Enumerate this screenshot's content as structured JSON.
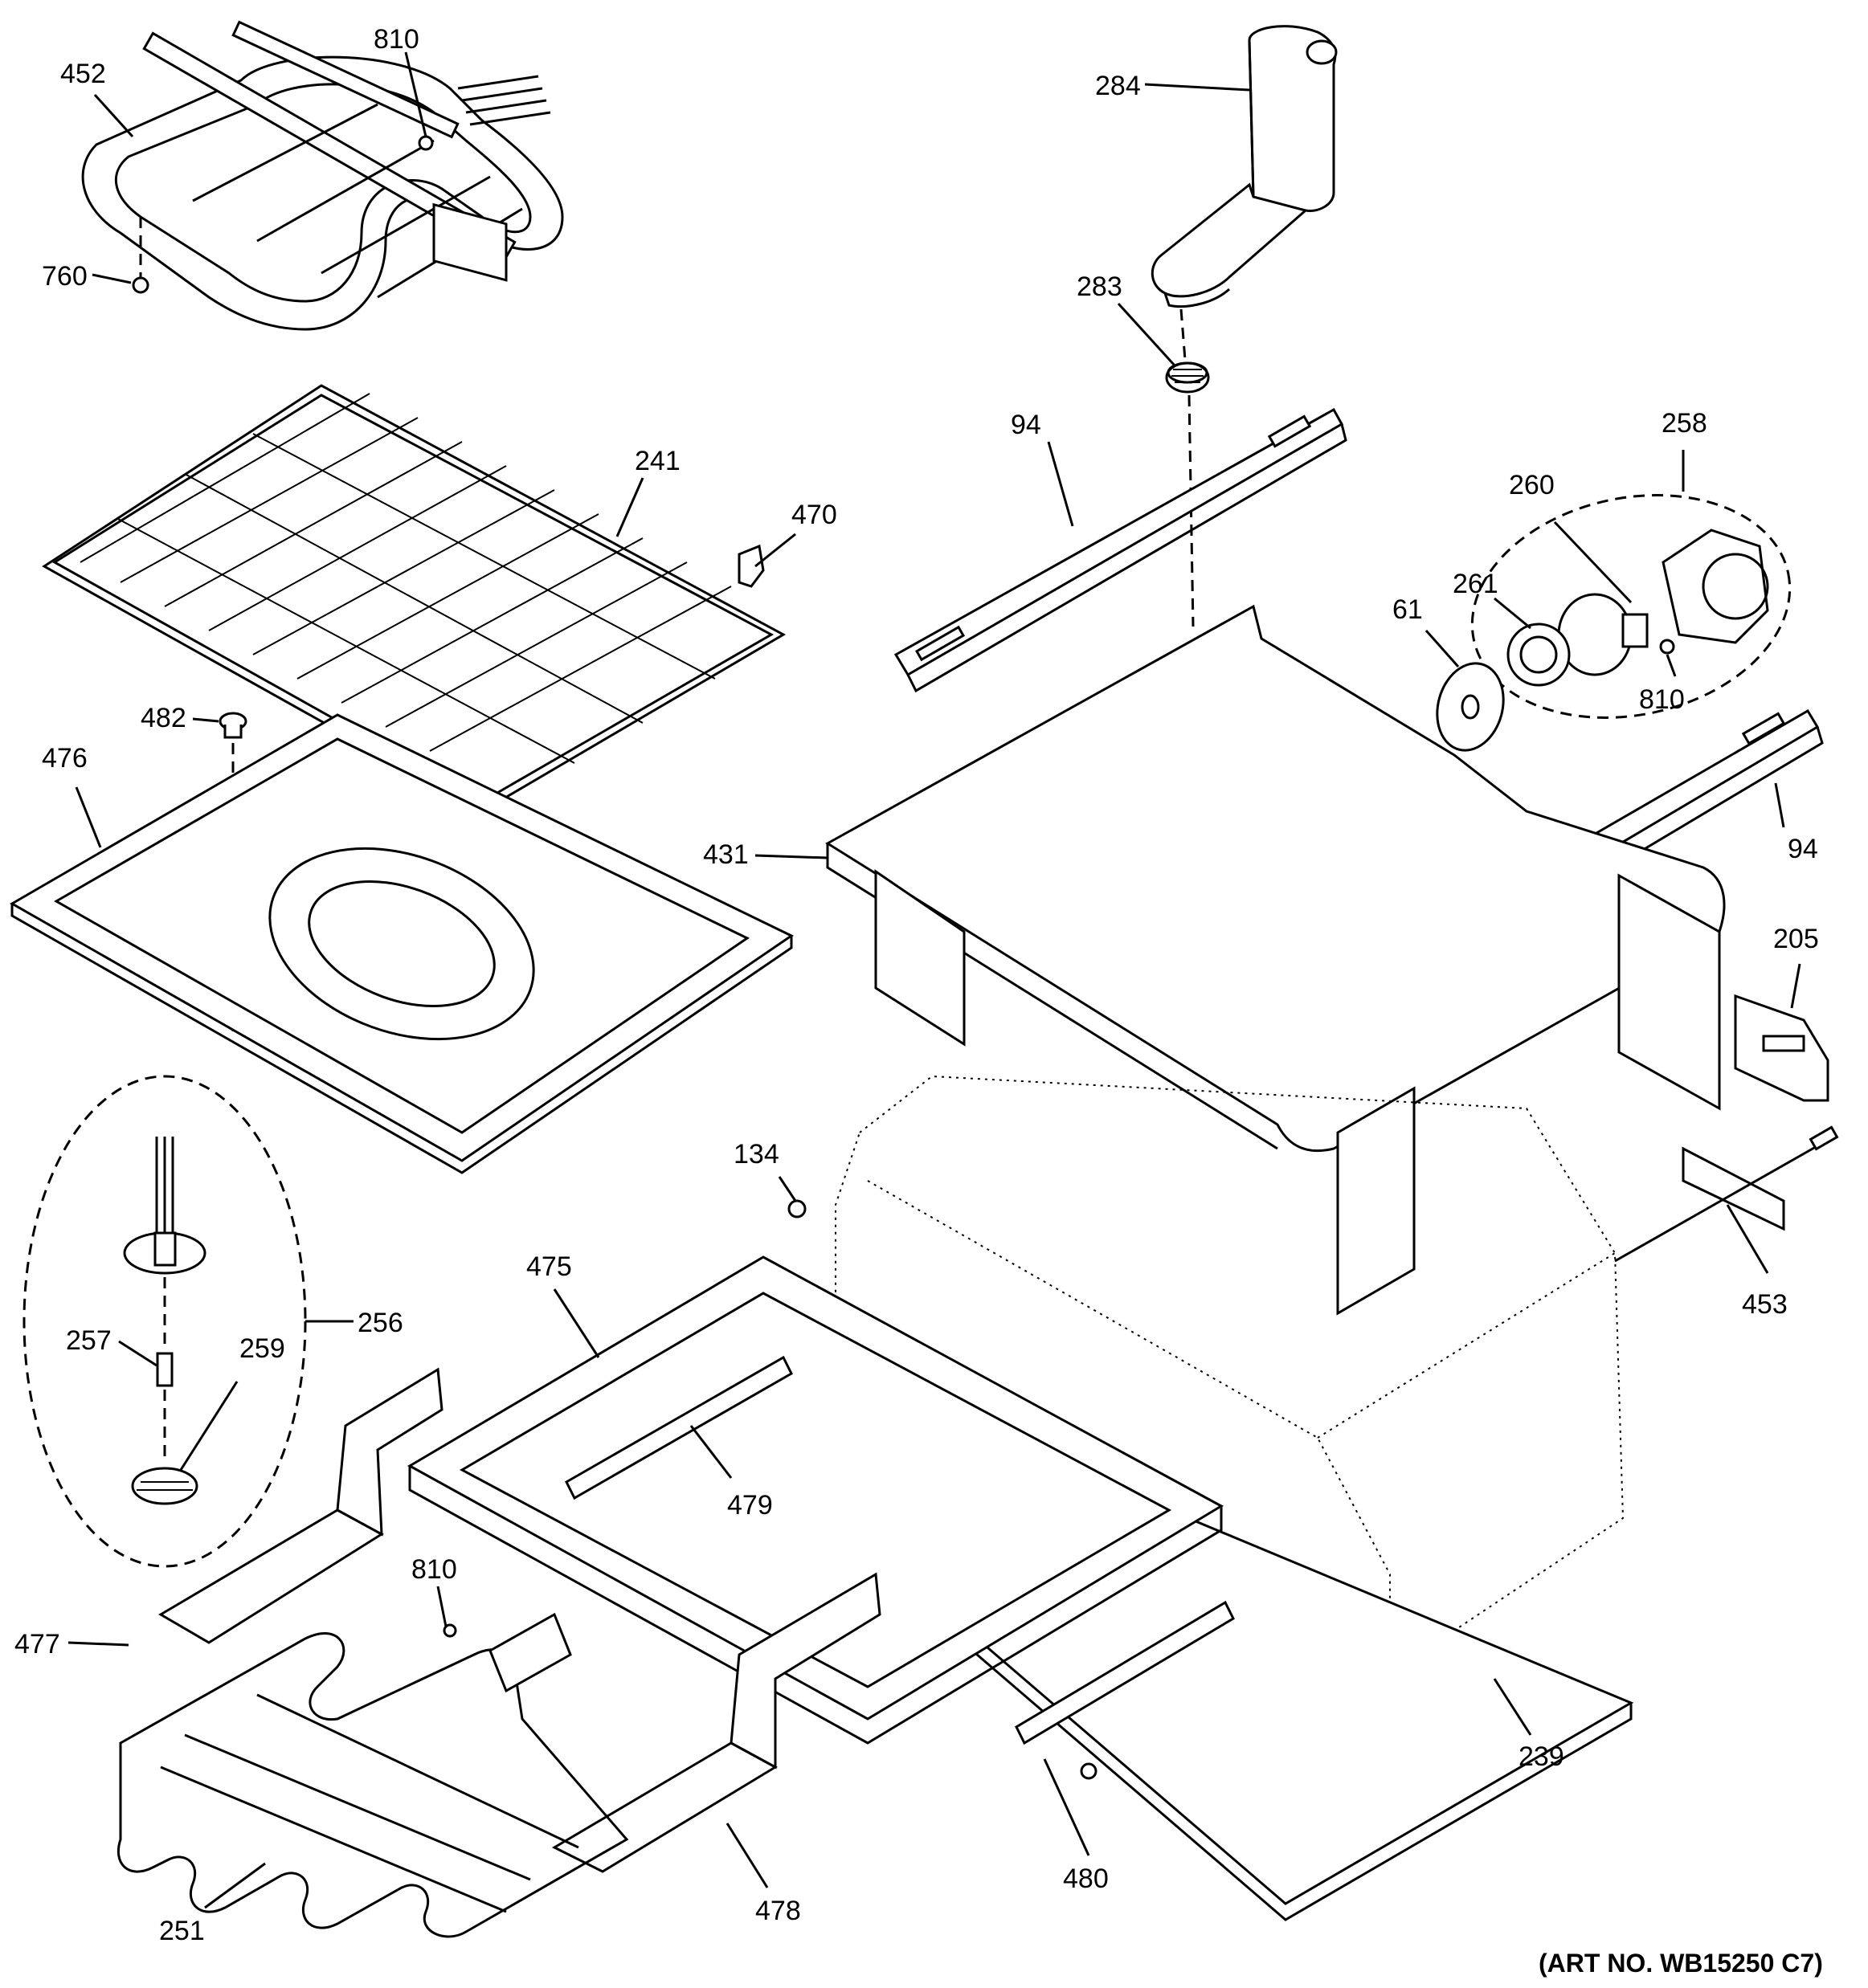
{
  "art_number": "(ART NO. WB15250 C7)",
  "callouts": [
    {
      "id": "452",
      "label": "452"
    },
    {
      "id": "810a",
      "label": "810"
    },
    {
      "id": "760",
      "label": "760"
    },
    {
      "id": "284",
      "label": "284"
    },
    {
      "id": "283",
      "label": "283"
    },
    {
      "id": "241",
      "label": "241"
    },
    {
      "id": "470",
      "label": "470"
    },
    {
      "id": "94a",
      "label": "94"
    },
    {
      "id": "258",
      "label": "258"
    },
    {
      "id": "260",
      "label": "260"
    },
    {
      "id": "261",
      "label": "261"
    },
    {
      "id": "61",
      "label": "61"
    },
    {
      "id": "810b",
      "label": "810"
    },
    {
      "id": "482",
      "label": "482"
    },
    {
      "id": "476",
      "label": "476"
    },
    {
      "id": "431",
      "label": "431"
    },
    {
      "id": "94b",
      "label": "94"
    },
    {
      "id": "205",
      "label": "205"
    },
    {
      "id": "134",
      "label": "134"
    },
    {
      "id": "453",
      "label": "453"
    },
    {
      "id": "475",
      "label": "475"
    },
    {
      "id": "256",
      "label": "256"
    },
    {
      "id": "257",
      "label": "257"
    },
    {
      "id": "259",
      "label": "259"
    },
    {
      "id": "479",
      "label": "479"
    },
    {
      "id": "810c",
      "label": "810"
    },
    {
      "id": "477",
      "label": "477"
    },
    {
      "id": "239",
      "label": "239"
    },
    {
      "id": "480",
      "label": "480"
    },
    {
      "id": "478",
      "label": "478"
    },
    {
      "id": "251",
      "label": "251"
    }
  ]
}
